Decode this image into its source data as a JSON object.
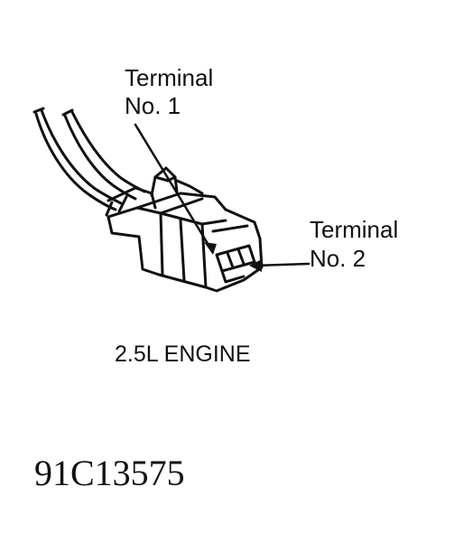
{
  "labels": {
    "terminal_1": {
      "line1": "Terminal",
      "line2": "No. 1"
    },
    "terminal_2": {
      "line1": "Terminal",
      "line2": "No. 2"
    }
  },
  "caption": "2.5L ENGINE",
  "figure_id": "91C13575",
  "colors": {
    "ink": "#111111",
    "background": "#ffffff"
  }
}
